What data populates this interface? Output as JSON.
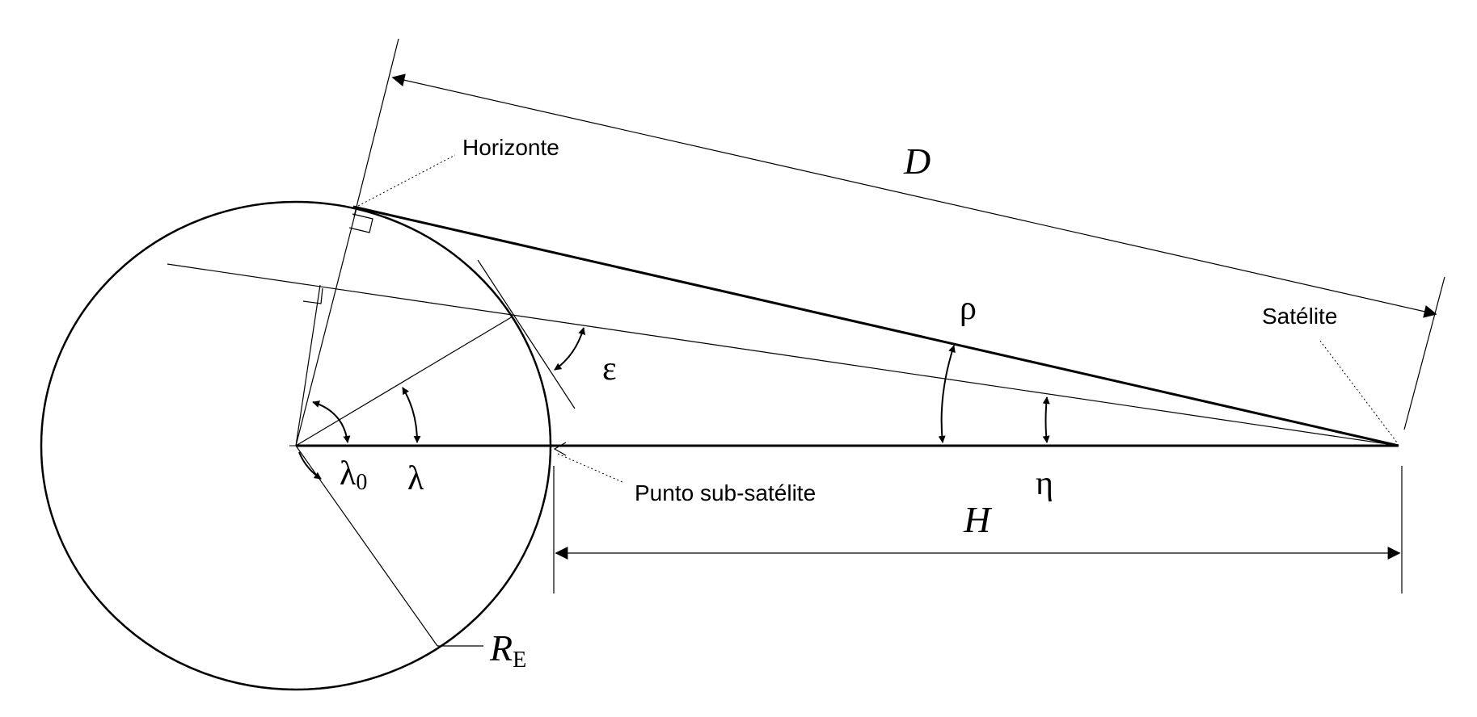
{
  "labels": {
    "horizon": "Horizonte",
    "satellite": "Satélite",
    "sub_satellite_point": "Punto sub-satélite",
    "distance": "D",
    "altitude": "H",
    "earth_radius_main": "R",
    "earth_radius_sub": "E",
    "rho": "ρ",
    "epsilon": "ε",
    "eta": "η",
    "lambda0_main": "λ",
    "lambda0_sub": "0",
    "lambda": "λ"
  },
  "colors": {
    "stroke": "#000000",
    "background": "#ffffff"
  }
}
